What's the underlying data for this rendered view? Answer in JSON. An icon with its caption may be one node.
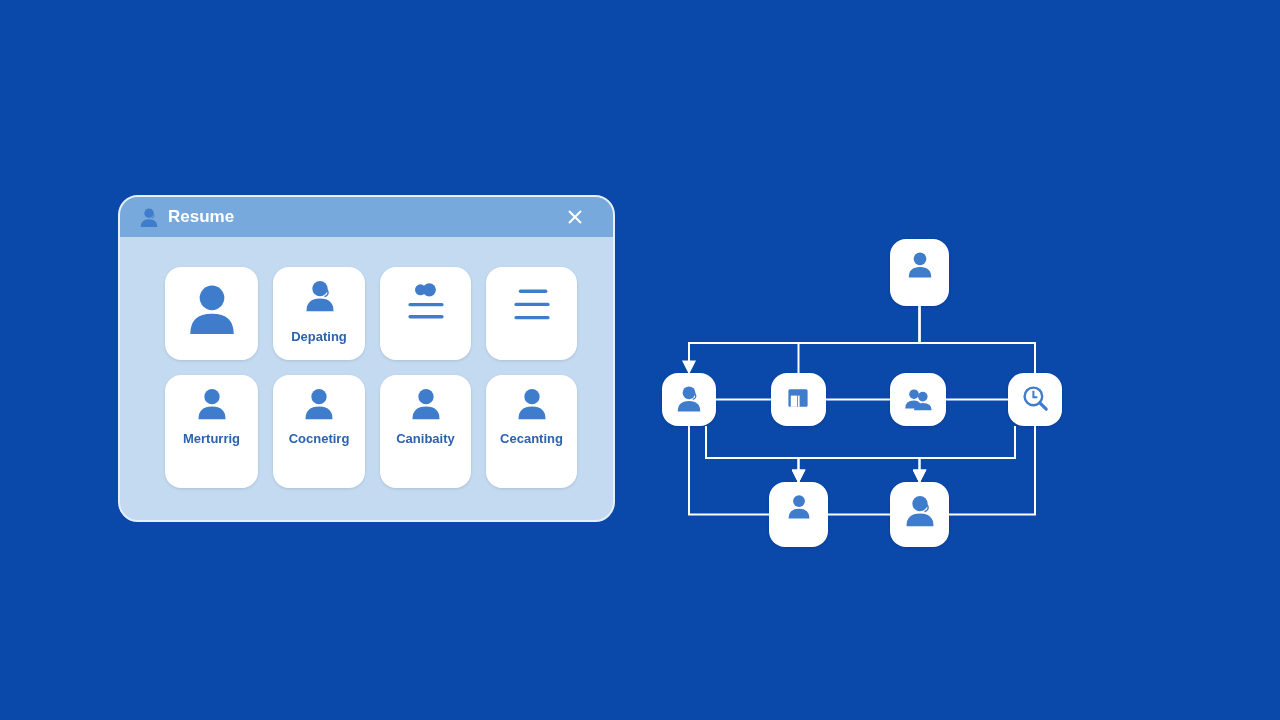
{
  "diagram": {
    "nodes": [
      {
        "text": [
          "Resume"
        ]
      },
      {
        "text": [],
        "shape": "box",
        "in": 0
      },
      {
        "text": [
          "Depating"
        ],
        "in": 0
      },
      {
        "text": [],
        "shape": "box",
        "in": 0
      },
      {
        "text": [],
        "shape": "box",
        "in": 0
      },
      {
        "text": [
          "Merturrig"
        ],
        "in": 0
      },
      {
        "text": [
          "Cocnetirg"
        ],
        "in": 0
      },
      {
        "text": [
          "Canibaity"
        ],
        "in": 0
      },
      {
        "text": [
          "Cecanting"
        ],
        "in": 0
      },
      {
        "text": [],
        "shape": "box"
      },
      {
        "text": [],
        "shape": "box"
      },
      {
        "text": [],
        "shape": "box"
      },
      {
        "text": [],
        "shape": "box"
      },
      {
        "text": [],
        "shape": "box"
      },
      {
        "text": [],
        "shape": "box"
      },
      {
        "text": [],
        "shape": "box"
      }
    ],
    "edges": [
      {
        "from": 9,
        "to": 10,
        "arrow": "to"
      },
      {
        "from": 9,
        "to": 11,
        "arrow": "none"
      },
      {
        "from": 9,
        "to": 13,
        "arrow": "none"
      },
      {
        "from": 10,
        "to": 11,
        "arrow": "none"
      },
      {
        "from": 11,
        "to": 12,
        "arrow": "none"
      },
      {
        "from": 12,
        "to": 13,
        "arrow": "none"
      },
      {
        "from": 10,
        "to": 14,
        "arrow": "to"
      },
      {
        "from": 10,
        "to": 15,
        "arrow": "to"
      },
      {
        "from": 13,
        "to": 14,
        "arrow": "to"
      },
      {
        "from": 13,
        "to": 15,
        "arrow": "to"
      },
      {
        "from": 10,
        "to": 14,
        "arrow": "none"
      },
      {
        "from": 14,
        "to": 15,
        "arrow": "none"
      },
      {
        "from": 15,
        "to": 13,
        "arrow": "none"
      }
    ]
  }
}
